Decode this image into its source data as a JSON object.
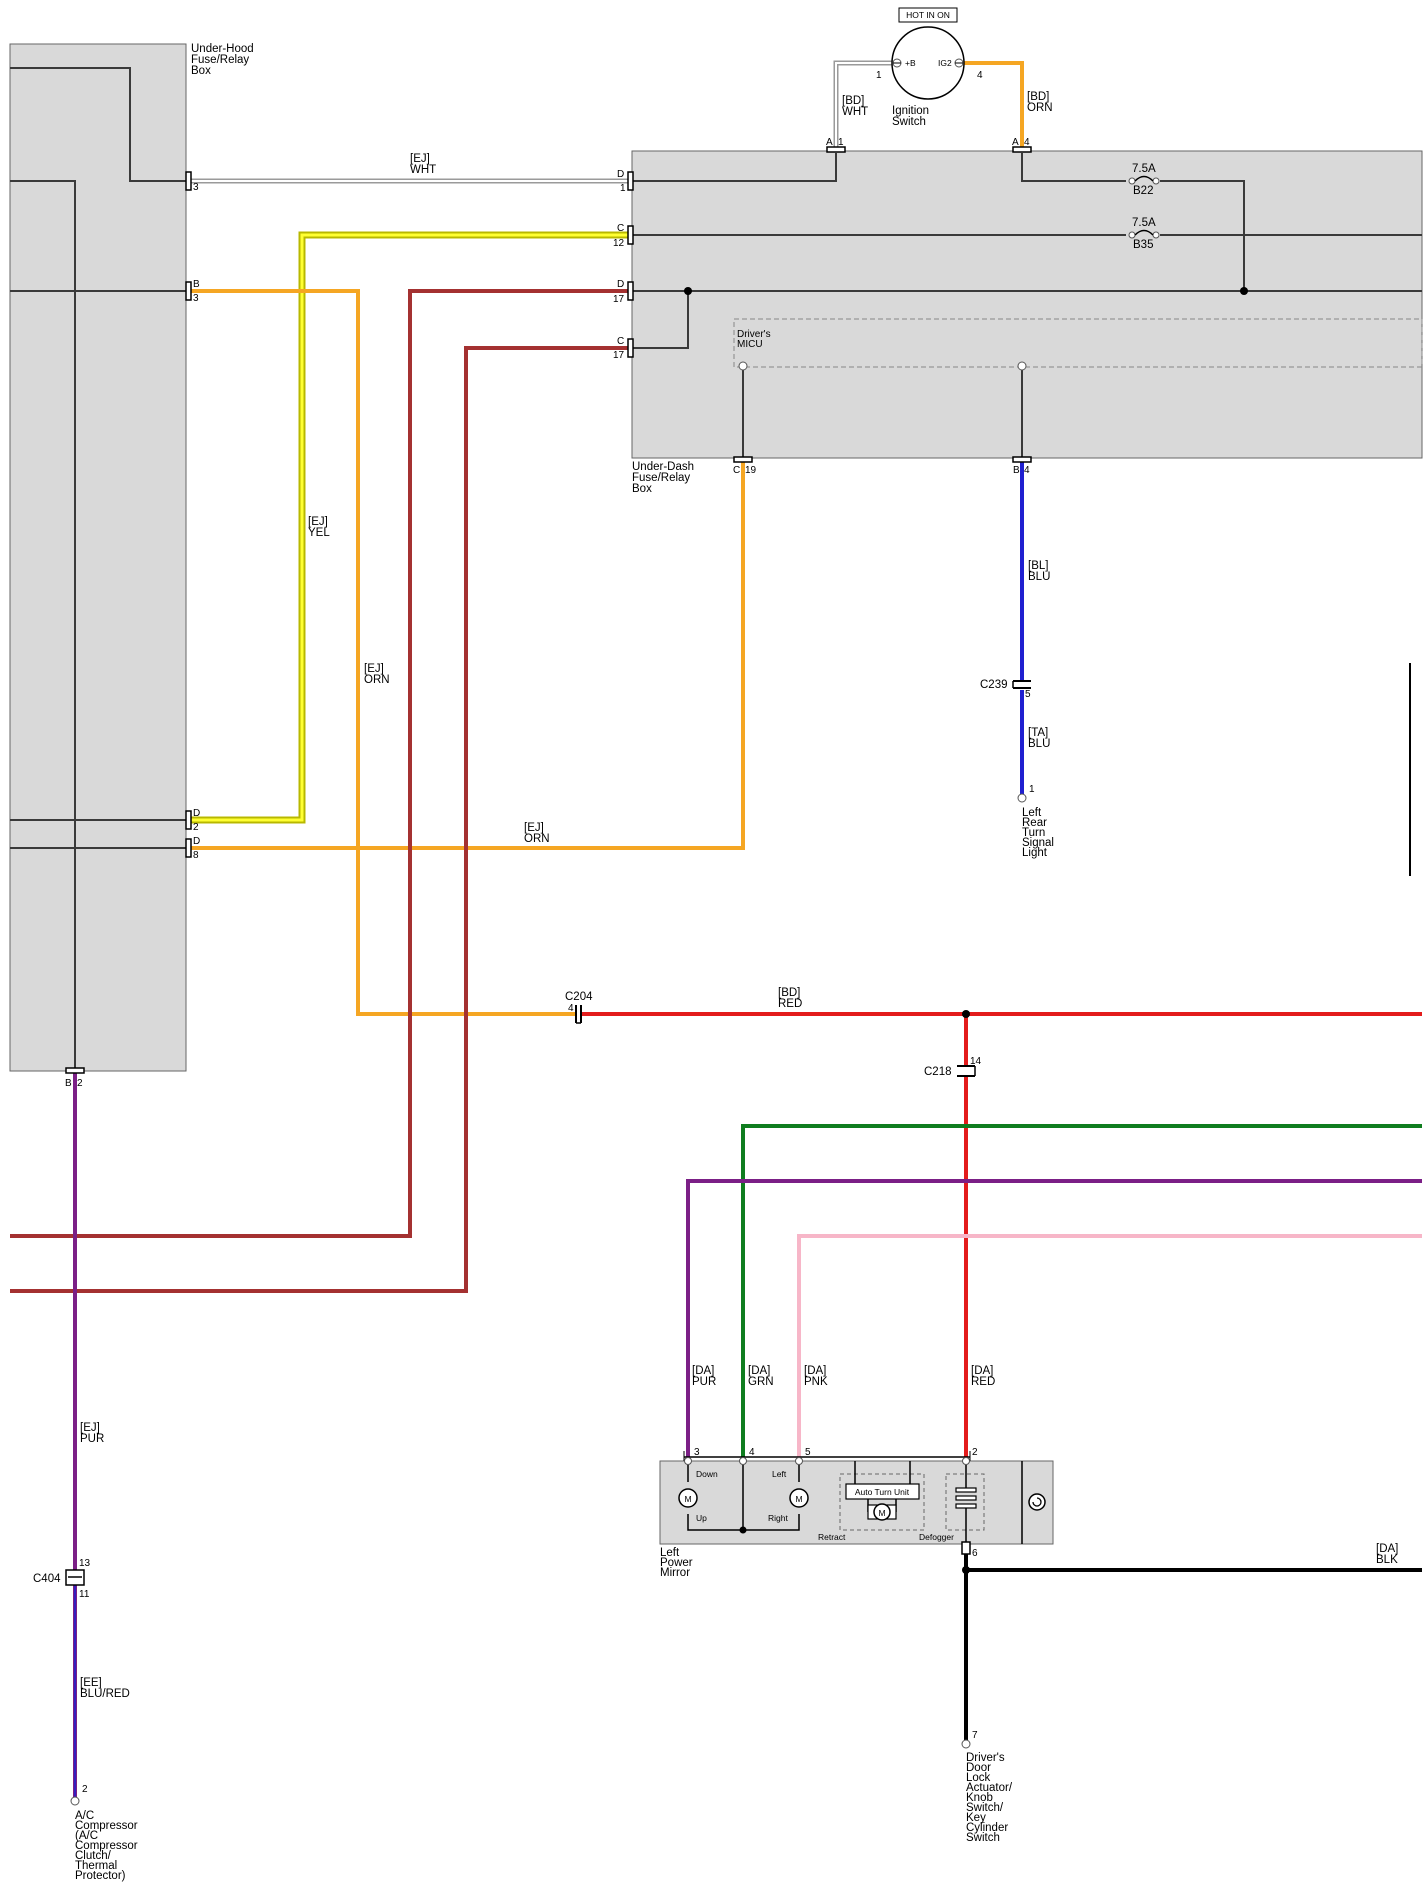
{
  "colors": {
    "WHT": "#a6a6a6",
    "YEL": "#e8e800",
    "ORN": "#f5a623",
    "DKRED": "#a43131",
    "BLU": "#1f1fd0",
    "RED": "#e31c1c",
    "PUR": "#7b1f86",
    "GRN": "#0f7d1f",
    "PNK": "#f7b6c8",
    "BLK": "#000000",
    "GRAY": "#3a3a3a",
    "box_fill": "#d9d9d9"
  },
  "components": {
    "under_hood_box": [
      "Under-Hood",
      "Fuse/Relay",
      "Box"
    ],
    "under_dash_box": [
      "Under-Dash",
      "Fuse/Relay",
      "Box"
    ],
    "micu": [
      "Driver's",
      "MICU"
    ],
    "hot_label": "HOT IN ON",
    "ignition_switch": [
      "Ignition",
      "Switch"
    ],
    "ign_b": "+B",
    "ign_ig2": "IG2",
    "ign_pin1": "1",
    "ign_pin4": "4",
    "fuse1_rating": "7.5A",
    "fuse1_id": "B22",
    "fuse2_rating": "7.5A",
    "fuse2_id": "B35",
    "left_rear_turn": [
      "Left",
      "Rear",
      "Turn",
      "Signal",
      "Light"
    ],
    "ac_compressor": [
      "A/C",
      "Compressor",
      "(A/C",
      "Compressor",
      "Clutch/",
      "Thermal",
      "Protector)"
    ],
    "left_power_mirror": [
      "Left",
      "Power",
      "Mirror"
    ],
    "door_lock": [
      "Driver's",
      "Door",
      "Lock",
      "Actuator/",
      "Knob",
      "Switch/",
      "Key",
      "Cylinder",
      "Switch"
    ],
    "mirror_down": "Down",
    "mirror_up": "Up",
    "mirror_left": "Left",
    "mirror_right": "Right",
    "auto_turn_unit": "Auto Turn Unit",
    "retract": "Retract",
    "defogger": "Defogger",
    "motor_symbol": "M"
  },
  "wires": {
    "ej_wht": [
      "[EJ]",
      "WHT"
    ],
    "bd_wht": [
      "[BD]",
      "WHT"
    ],
    "bd_orn": [
      "[BD]",
      "ORN"
    ],
    "ej_yel": [
      "[EJ]",
      "YEL"
    ],
    "ej_orn_v": [
      "[EJ]",
      "ORN"
    ],
    "ej_orn_h": [
      "[EJ]",
      "ORN"
    ],
    "bl_blu": [
      "[BL]",
      "BLU"
    ],
    "ta_blu": [
      "[TA]",
      "BLU"
    ],
    "bd_red": [
      "[BD]",
      "RED"
    ],
    "ej_pur": [
      "[EJ]",
      "PUR"
    ],
    "ee_blured": [
      "[EE]",
      "BLU/RED"
    ],
    "da_pur": [
      "[DA]",
      "PUR"
    ],
    "da_grn": [
      "[DA]",
      "GRN"
    ],
    "da_pnk": [
      "[DA]",
      "PNK"
    ],
    "da_red": [
      "[DA]",
      "RED"
    ],
    "da_blk": [
      "[DA]",
      "BLK"
    ]
  },
  "connectors": {
    "uh_3_letter": "",
    "uh_3_pin": "3",
    "uh_b3_letter": "B",
    "uh_b3_pin": "3",
    "uh_d2_letter": "D",
    "uh_d2_pin": "2",
    "uh_d8_letter": "D",
    "uh_d8_pin": "8",
    "uh_b2_letter": "B",
    "uh_b2_pin": "2",
    "ud_d1_letter": "D",
    "ud_d1_pin": "1",
    "ud_c12_letter": "C",
    "ud_c12_pin": "12",
    "ud_d17_letter": "D",
    "ud_d17_pin": "17",
    "ud_c17_letter": "C",
    "ud_c17_pin": "17",
    "ud_a1_letter": "A",
    "ud_a1_pin": "1",
    "ud_a4_letter": "A",
    "ud_a4_pin": "4",
    "ud_c19_letter": "C",
    "ud_c19_pin": "19",
    "ud_b4_letter": "B",
    "ud_b4_pin": "4",
    "c239": "C239",
    "c239_pin": "5",
    "turn_pin": "1",
    "c204": "C204",
    "c204_pin": "4",
    "c218": "C218",
    "c218_pin": "14",
    "c404": "C404",
    "c404_pin_top": "13",
    "c404_pin_bot": "11",
    "ac_pin": "2",
    "mir_3": "3",
    "mir_4": "4",
    "mir_5": "5",
    "mir_2": "2",
    "mir_6": "6",
    "door_pin": "7"
  }
}
